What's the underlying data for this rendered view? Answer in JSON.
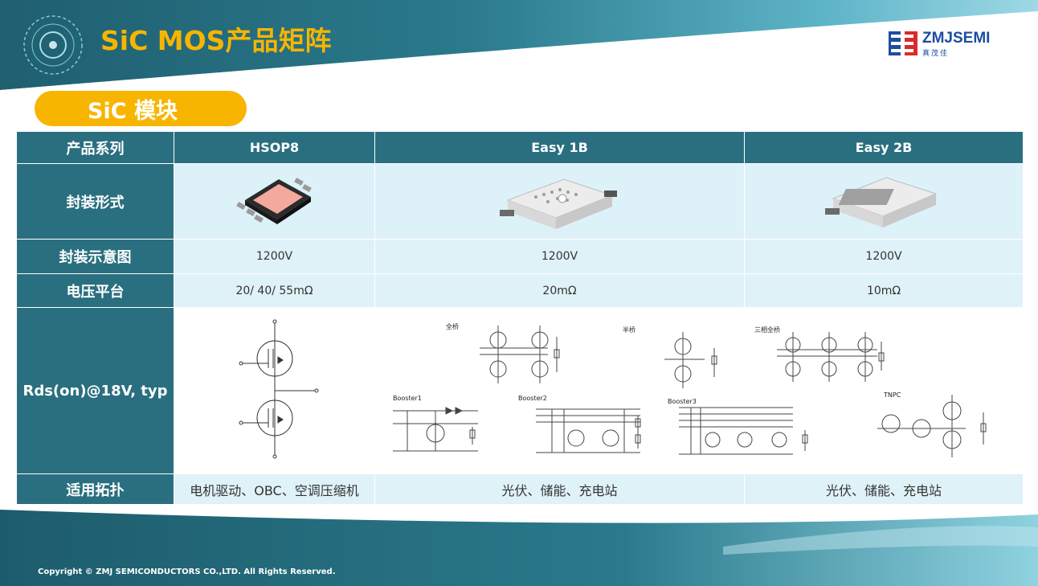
{
  "header": {
    "title": "SiC MOS产品矩阵",
    "logo_name": "ZMJSEMI",
    "logo_sub": "真茂佳",
    "logo_mark": "ZMJ"
  },
  "section": {
    "pill": "SiC 模块"
  },
  "table": {
    "columns": [
      "产品系列",
      "HSOP8",
      "Easy 1B",
      "Easy 2B"
    ],
    "rows": {
      "package": {
        "label": "封装形式"
      },
      "diagram": {
        "label": "封装示意图",
        "values": [
          "1200V",
          "1200V",
          "1200V"
        ]
      },
      "voltage": {
        "label": "电压平台",
        "values": [
          "20/ 40/ 55mΩ",
          "20mΩ",
          "10mΩ"
        ]
      },
      "rds": {
        "label": "Rds(on)@18V, typ",
        "topologies": {
          "full_bridge": "全桥",
          "half_bridge": "半桥",
          "three_phase": "三相全桥",
          "booster1": "Booster1",
          "booster2": "Booster2",
          "booster3": "Booster3",
          "tnpc": "TNPC"
        }
      },
      "application": {
        "label": "适用拓扑",
        "values": [
          "电机驱动、OBC、空调压缩机",
          "光伏、储能、充电站",
          "光伏、储能、充电站"
        ]
      }
    }
  },
  "footer": {
    "copyright": "Copyright © ZMJ SEMICONDUCTORS CO.,LTD. All Rights Reserved."
  },
  "colors": {
    "teal": "#2a6f7f",
    "accent": "#f7b500",
    "light": "#dff2f8",
    "brand": "#1b4ea0",
    "logo_red": "#d92b2b"
  }
}
